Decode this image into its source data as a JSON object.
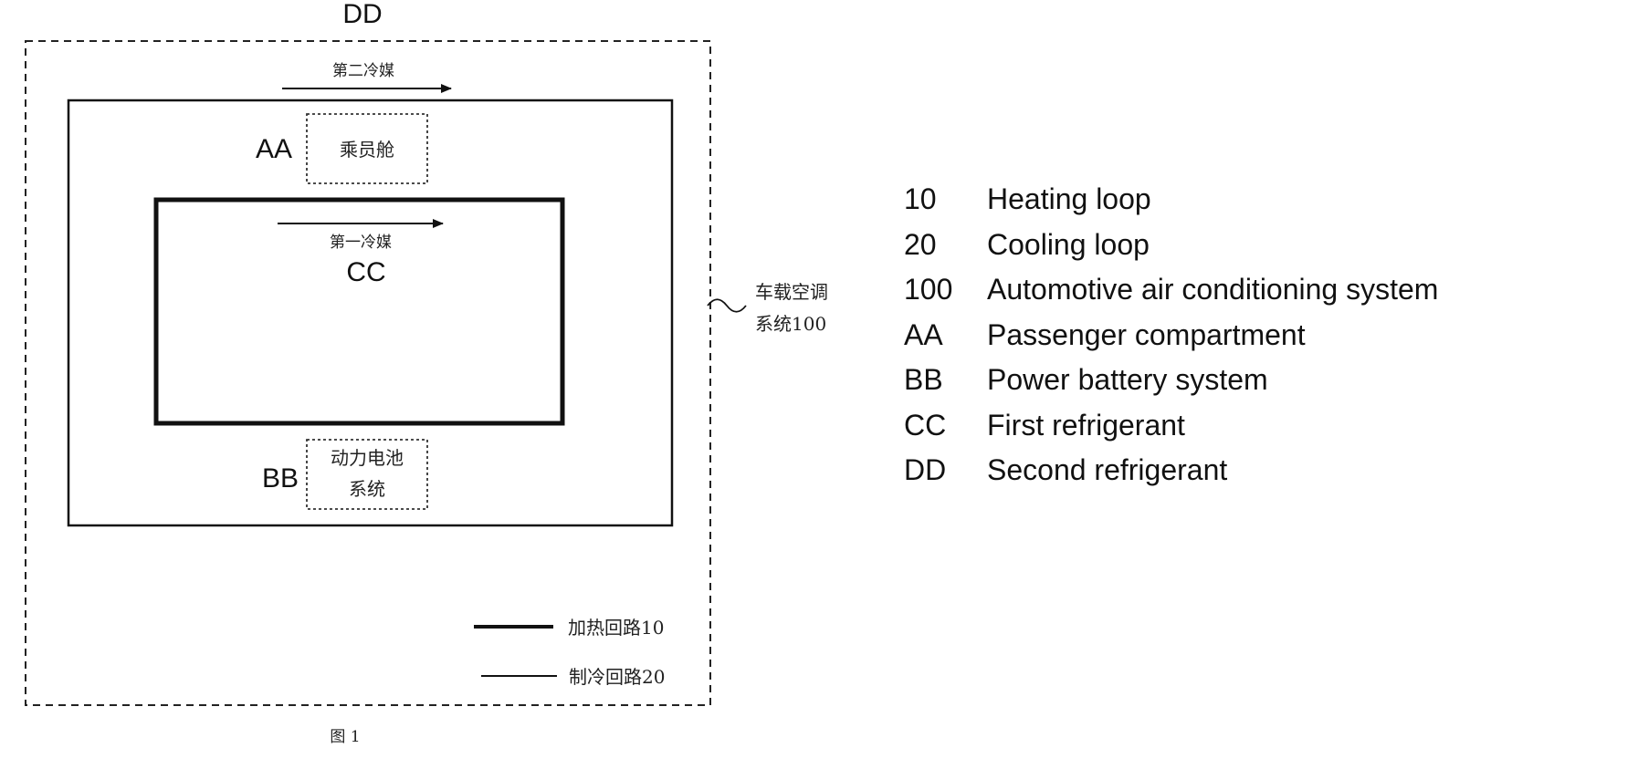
{
  "diagram": {
    "outer_label": "DD",
    "second_refrigerant_text": "第二冷媒",
    "first_refrigerant_text": "第一冷媒",
    "aa_label": "AA",
    "bb_label": "BB",
    "cc_label": "CC",
    "passenger_box_text": "乘员舱",
    "battery_box_line1": "动力电池",
    "battery_box_line2": "系统",
    "system_label_line1": "车载空调",
    "system_label_line2": "系统100",
    "heating_loop_text": "加热回路10",
    "cooling_loop_text": "制冷回路20",
    "figure_caption": "图 1"
  },
  "legend": [
    {
      "key": "10",
      "value": "Heating loop"
    },
    {
      "key": "20",
      "value": "Cooling loop"
    },
    {
      "key": "100",
      "value": "Automotive air conditioning system"
    },
    {
      "key": "AA",
      "value": "Passenger compartment"
    },
    {
      "key": "BB",
      "value": "Power battery system"
    },
    {
      "key": "CC",
      "value": "First refrigerant"
    },
    {
      "key": "DD",
      "value": "Second refrigerant"
    }
  ]
}
